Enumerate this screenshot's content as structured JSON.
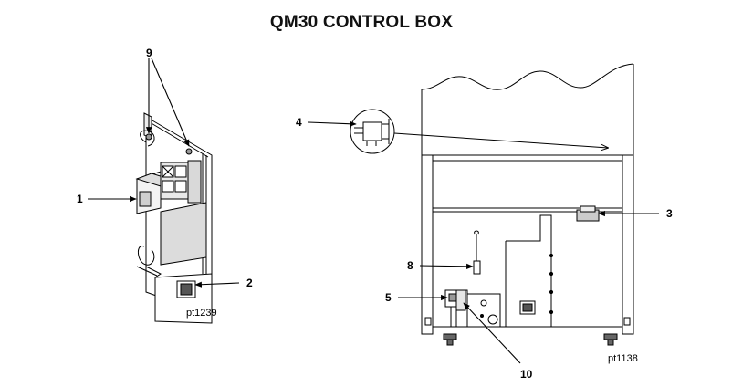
{
  "title": "QM30 CONTROL BOX",
  "left_figure": {
    "code": "pt1239",
    "callouts": [
      "1",
      "2",
      "9"
    ]
  },
  "right_figure": {
    "code": "pt1138",
    "callouts": [
      "3",
      "4",
      "5",
      "8",
      "10"
    ]
  }
}
